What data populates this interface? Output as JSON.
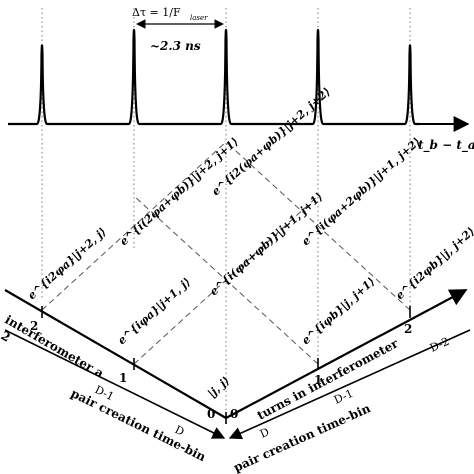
{
  "timing": {
    "delta_tau": "Δτ = 1/F",
    "delta_tau_sub": "laser",
    "period": "~2.3 ns",
    "axis_label": "t_b − t_a"
  },
  "axes": {
    "left_title": "interferometer a",
    "left_sub": "pair creation time-bin",
    "left_d": "D",
    "left_d1": "D-1",
    "left_edge_2": "2",
    "right_title": "turns in interferometer",
    "right_sub": "pair creation time-bin",
    "right_d": "D",
    "right_d1": "D-1",
    "right_d2": "D-2"
  },
  "ticks": {
    "left": [
      "0",
      "1",
      "2"
    ],
    "right": [
      "0",
      "1",
      "2"
    ]
  },
  "states": {
    "s00": "|j, j⟩",
    "s10": "e^{iφa}|j+1, j⟩",
    "s01": "e^{iφb}|j, j+1⟩",
    "s20": "e^{i2φa}|j+2, j⟩",
    "s11": "e^{i(φa+φb)}|j+1, j+1⟩",
    "s02": "e^{i2φb}|j, j+2⟩",
    "s21": "e^{i(2φa+φb)}|j+2, j+1⟩",
    "s12": "e^{i(φa+2φb)}|j+1, j+2⟩",
    "s22": "e^{i2(φa+φb)}|j+2, j+2⟩"
  }
}
